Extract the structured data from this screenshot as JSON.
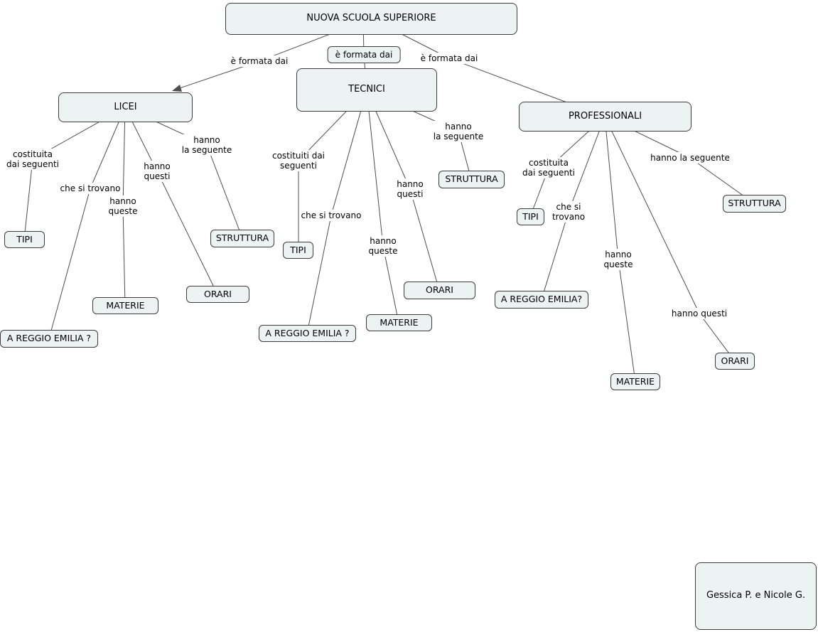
{
  "colors": {
    "background": "#ffffff",
    "node_fill": "#edf2f2",
    "node_border": "#3c3c3c",
    "edge": "#4d4d4d",
    "text": "#000000"
  },
  "root": {
    "label": "NUOVA SCUOLA SUPERIORE"
  },
  "root_links": {
    "to_licei": "è formata dai",
    "to_tecnici": "è formata dai",
    "to_professionali": "è formata dai"
  },
  "licei": {
    "label": "LICEI",
    "links": {
      "tipi": "costituita\ndai seguenti",
      "dove": "che si trovano",
      "materie": "hanno\nqueste",
      "orari": "hanno\nquesti",
      "struttura": "hanno\nla seguente"
    },
    "children": {
      "tipi": "TIPI",
      "dove": "A REGGIO EMILIA ?",
      "materie": "MATERIE",
      "orari": "ORARI",
      "struttura": "STRUTTURA"
    }
  },
  "tecnici": {
    "label": "TECNICI",
    "links": {
      "tipi": "costituiti dai\nseguenti",
      "dove": "che si trovano",
      "materie": "hanno\nqueste",
      "orari": "hanno\nquesti",
      "struttura": "hanno\nla seguente"
    },
    "children": {
      "tipi": "TIPI",
      "dove": "A REGGIO EMILIA ?",
      "materie": "MATERIE",
      "orari": "ORARI",
      "struttura": "STRUTTURA"
    }
  },
  "professionali": {
    "label": "PROFESSIONALI",
    "links": {
      "tipi": "costituita\ndai seguenti",
      "dove": "che si\ntrovano",
      "materie": "hanno\nqueste",
      "orari": "hanno questi",
      "struttura": "hanno la seguente"
    },
    "children": {
      "tipi": "TIPI",
      "dove": "A REGGIO EMILIA?",
      "materie": "MATERIE",
      "orari": "ORARI",
      "struttura": "STRUTTURA"
    }
  },
  "credits": {
    "label": "Gessica P. e Nicole G."
  }
}
